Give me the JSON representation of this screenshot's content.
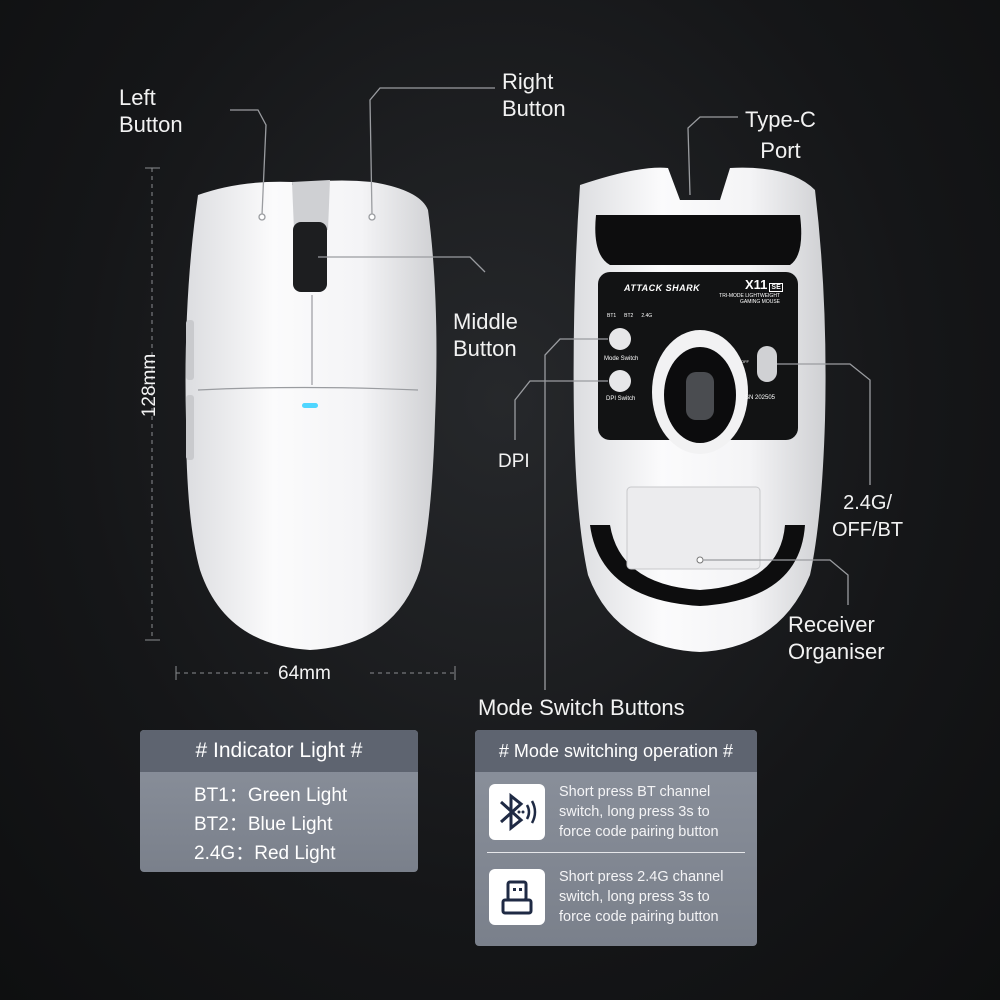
{
  "labels": {
    "left_button": [
      "Left",
      "Button"
    ],
    "right_button": [
      "Right",
      "Button"
    ],
    "type_c": [
      "Type-C",
      "Port"
    ],
    "middle_button": [
      "Middle",
      "Button"
    ],
    "dpi": "DPI",
    "mode_toggle": [
      "2.4G/",
      "OFF/BT"
    ],
    "receiver": [
      "Receiver",
      "Organiser"
    ],
    "mode_switch_buttons": "Mode Switch Buttons",
    "length": "128mm",
    "width": "64mm"
  },
  "mouse_bottom": {
    "brand": "ATTACK SHARK",
    "model": "X11",
    "model_badge": "SE",
    "subtitle": [
      "TRI-MODE LIGHTWEIGHT",
      "GAMING MOUSE"
    ],
    "leds": [
      "BT1",
      "BT2",
      "2.4G"
    ],
    "mode_switch": "Mode Switch",
    "dpi_switch": "DPI Switch",
    "off": "OFF",
    "sn": "SN 202505"
  },
  "indicator_panel": {
    "title": "# Indicator Light #",
    "items": [
      {
        "mode": "BT1",
        "light": "Green Light"
      },
      {
        "mode": "BT2",
        "light": "Blue Light"
      },
      {
        "mode": "2.4G",
        "light": "Red Light"
      }
    ]
  },
  "mode_panel": {
    "title": "# Mode switching operation #",
    "items": [
      {
        "icon": "bluetooth-icon",
        "lines": [
          "Short press BT channel",
          "switch, long press 3s to",
          "force code pairing button"
        ]
      },
      {
        "icon": "usb-receiver-icon",
        "lines": [
          "Short press 2.4G channel",
          "switch, long press 3s to",
          "force code pairing button"
        ]
      }
    ]
  },
  "colors": {
    "indicator_led": "#4fd6ff",
    "panel_header": "#5e6470",
    "panel_body": "#858b96"
  }
}
